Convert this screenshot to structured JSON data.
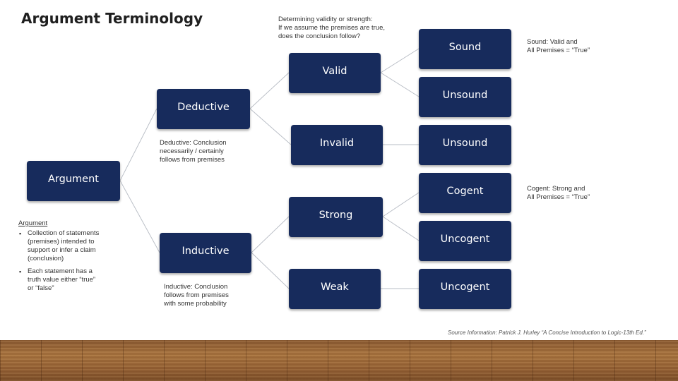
{
  "title": "Argument Terminology",
  "colors": {
    "box": "#172b5c",
    "box_text": "#ffffff",
    "connector": "#b7bcc4"
  },
  "notes": {
    "determining": [
      "Determining validity or strength:",
      "If we assume the premises are true,",
      "does the conclusion follow?"
    ],
    "sound": [
      "Sound: Valid and",
      "All Premises = “True”"
    ],
    "cogent": [
      "Cogent: Strong and",
      "All Premises = “True”"
    ],
    "deductive": [
      "Deductive: Conclusion",
      "necessarily / certainly",
      "follows from premises"
    ],
    "inductive": [
      "Inductive: Conclusion",
      "follows from premises",
      "with some probability"
    ],
    "argument": {
      "heading": "Argument",
      "bullets": [
        [
          "Collection of statements",
          "(premises) intended to",
          "support or infer a claim",
          "(conclusion)"
        ],
        [
          "Each statement has a",
          "truth value either “true”",
          "or “false”"
        ]
      ]
    }
  },
  "boxes": {
    "argument": "Argument",
    "deductive": "Deductive",
    "inductive": "Inductive",
    "valid": "Valid",
    "invalid": "Invalid",
    "strong": "Strong",
    "weak": "Weak",
    "sound": "Sound",
    "unsound_1": "Unsound",
    "unsound_2": "Unsound",
    "cogent": "Cogent",
    "uncogent_1": "Uncogent",
    "uncogent_2": "Uncogent"
  },
  "source": "Source Information: Patrick J. Hurley “A Concise Introduction to Logic-13th Ed.”"
}
